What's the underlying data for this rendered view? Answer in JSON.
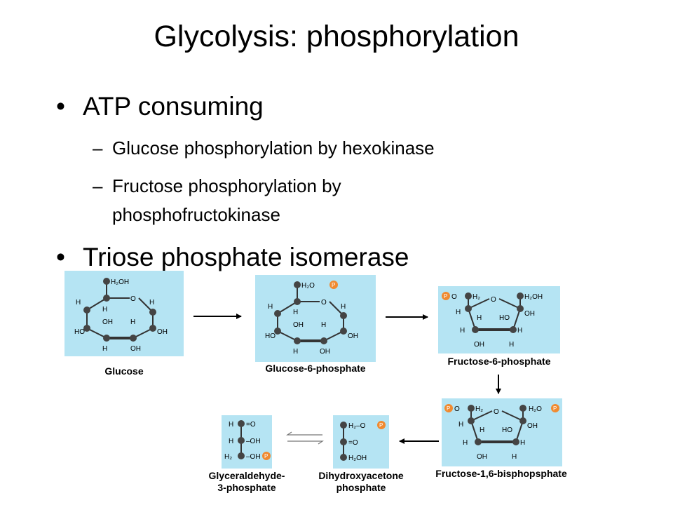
{
  "slide": {
    "title": "Glycolysis: phosphorylation",
    "bullets": [
      {
        "text": "ATP consuming",
        "subs": [
          "Glucose phosphorylation by hexokinase",
          "Fructose phosphorylation by",
          "phosphofructokinase"
        ]
      },
      {
        "text": "Triose phosphate isomerase"
      }
    ]
  },
  "diagram": {
    "captions": {
      "glucose": "Glucose",
      "g6p": "Glucose-6-phosphate",
      "f6p": "Fructose-6-phosphate",
      "f16bp": "Fructose-1,6-bisphopsphate",
      "g3p_line1": "Glyceraldehyde-",
      "g3p_line2": "3-phosphate",
      "dhap_line1": "Dihydroxyacetone",
      "dhap_line2": "phosphate"
    },
    "atom_labels": {
      "H": "H",
      "O": "O",
      "OH": "OH",
      "HO": "HO",
      "H2OH": "H₂OH",
      "H2O": "H₂O",
      "H2": "H₂",
      "P": "P",
      "dbl_O": "=O",
      "minus_OH": "–OH",
      "H2_O": "H₂–O"
    },
    "colors": {
      "box": "#b5e4f3",
      "carbon": "#444444",
      "phosphate": "#f08a30"
    }
  }
}
